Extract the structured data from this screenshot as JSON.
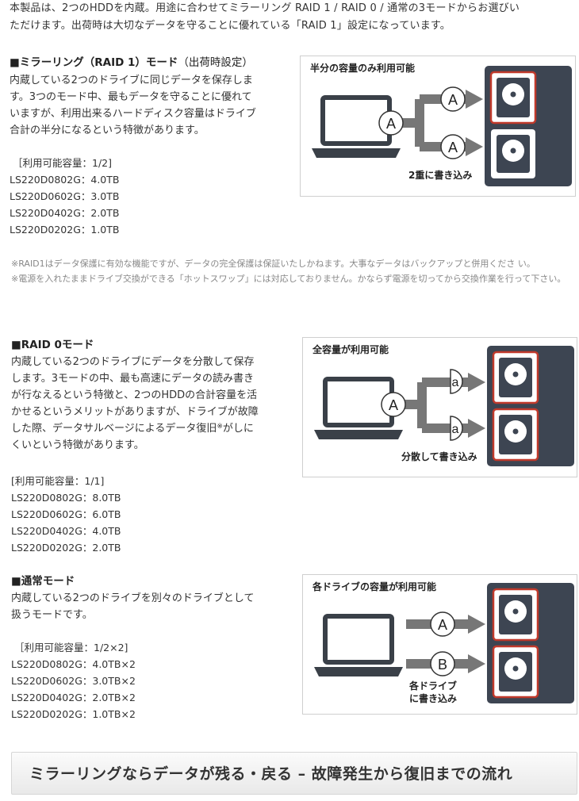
{
  "intro": {
    "line1": "本製品は、2つのHDDを内蔵。用途に合わせてミラーリング RAID 1 / RAID 0 / 通常の3モードからお選びい",
    "line2": "ただけます。出荷時は大切なデータを守ることに優れている「RAID 1」設定になっています。"
  },
  "raid1": {
    "title": "■ミラーリング（RAID 1）モード",
    "subtitle": "（出荷時設定）",
    "desc": [
      "内蔵している2つのドライブに同じデータを保存しま",
      "す。3つのモード中、最もデータを守ることに優れて",
      "いますが、利用出来るハードディスク容量はドライブ",
      "合計の半分になるという特徴があります。"
    ],
    "capacity_label": "［利用可能容量：1/2]",
    "capacity": [
      "LS220D0802G：4.0TB",
      "LS220D0602G：3.0TB",
      "LS220D0402G：2.0TB",
      "LS220D0202G：1.0TB"
    ],
    "diagram": {
      "title": "半分の容量のみ利用可能",
      "source": "A",
      "top": "A",
      "bottom": "A",
      "caption": "2重に書き込み"
    }
  },
  "notes": [
    "※RAID1はデータ保護に有効な機能ですが、データの完全保護は保証いたしかねます。大事なデータはバックアップと併用くださ い。",
    "※電源を入れたままドライブ交換ができる「ホットスワップ」には対応しておりません。かならず電源を切ってから交換作業を行って下さい。"
  ],
  "raid0": {
    "title": "■RAID 0モード",
    "desc_lines": [
      "内蔵している2つのドライブにデータを分散して保存",
      "します。3モードの中、最も高速にデータの読み書き",
      "が行なえるという特徴と、2つのHDDの合計容量を活",
      "かせるというメリットがありますが、ドライブが故障"
    ],
    "desc_pre": "した際、データサルベージによるデータ復旧",
    "desc_sup": "※",
    "desc_post": "がしに",
    "desc_last": "くいという特徴があります。",
    "capacity_label": "[利用可能容量：1/1]",
    "capacity": [
      "LS220D0802G：8.0TB",
      "LS220D0602G：6.0TB",
      "LS220D0402G：4.0TB",
      "LS220D0202G：2.0TB"
    ],
    "diagram": {
      "title": "全容量が利用可能",
      "source": "A",
      "top": "a",
      "bottom": "a",
      "caption": "分散して書き込み"
    }
  },
  "normal": {
    "title": "■通常モード",
    "desc": [
      "内蔵している2つのドライブを別々のドライブとして",
      "扱うモードです。"
    ],
    "capacity_label": "［利用可能容量：1/2×2]",
    "capacity": [
      "LS220D0802G：4.0TB×2",
      "LS220D0602G：3.0TB×2",
      "LS220D0402G：2.0TB×2",
      "LS220D0202G：1.0TB×2"
    ],
    "diagram": {
      "title": "各ドライブの容量が利用可能",
      "top": "A",
      "bottom": "B",
      "caption_line1": "各ドライブ",
      "caption_line2": "に書き込み"
    }
  },
  "banner": {
    "text": "ミラーリングならデータが残る・戻る – 故障発生から復旧までの流れ"
  },
  "colors": {
    "nas": "#3d4552",
    "highlight": "#c0392b",
    "arrow": "#777777",
    "laptop": "#3a4048"
  }
}
